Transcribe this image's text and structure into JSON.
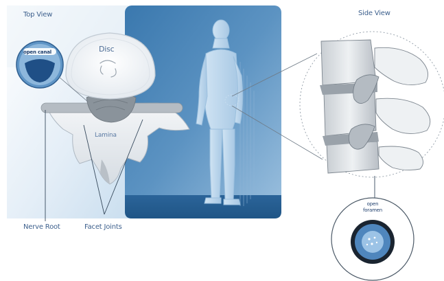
{
  "labels": {
    "top_view": "Top View",
    "side_view": "Side View",
    "disc": "Disc",
    "lamina": "Lamina",
    "open_canal": "open canal",
    "nerve_root": "Nerve Root",
    "facet_joints": "Facet Joints",
    "open_foramen_line1": "open",
    "open_foramen_line2": "foramen"
  },
  "colors": {
    "background_panel_dark": "#2f6fa6",
    "background_panel_light": "#a9c9e3",
    "label_text": "#3c5f8c",
    "bone_fill": "#e9eef2",
    "canal_blue": "#2a6cae",
    "body_figure": "#bcd6ec"
  }
}
